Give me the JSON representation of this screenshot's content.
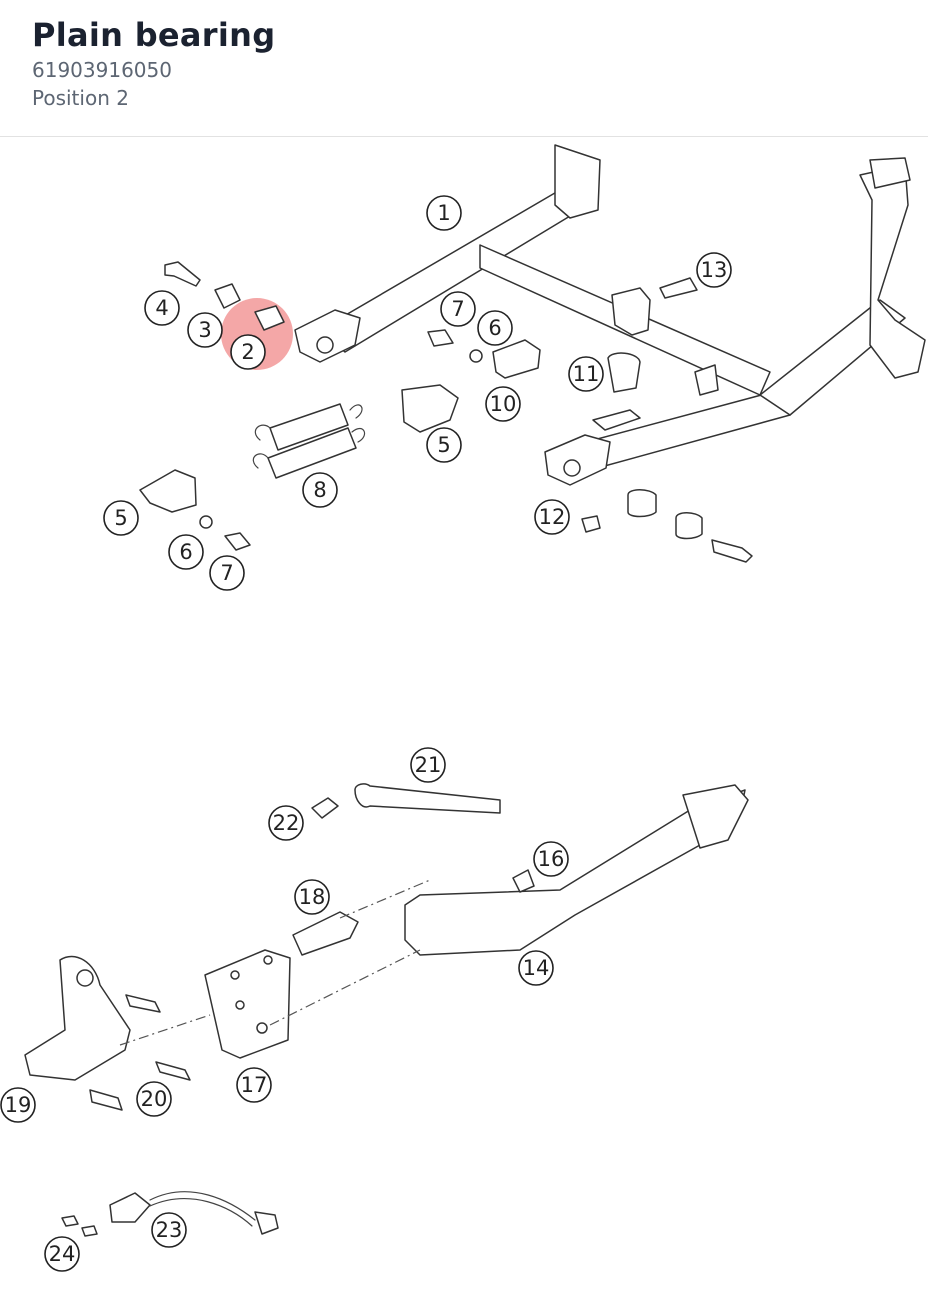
{
  "header": {
    "title": "Plain bearing",
    "part_number": "61903916050",
    "position_label": "Position 2"
  },
  "diagram": {
    "highlight_color": "#f08a8a",
    "selected_position": "2",
    "callouts": [
      "1",
      "2",
      "3",
      "4",
      "5",
      "6",
      "7",
      "8",
      "10",
      "11",
      "12",
      "13",
      "5",
      "6",
      "7",
      "14",
      "16",
      "17",
      "18",
      "19",
      "20",
      "21",
      "22",
      "23",
      "24"
    ]
  }
}
